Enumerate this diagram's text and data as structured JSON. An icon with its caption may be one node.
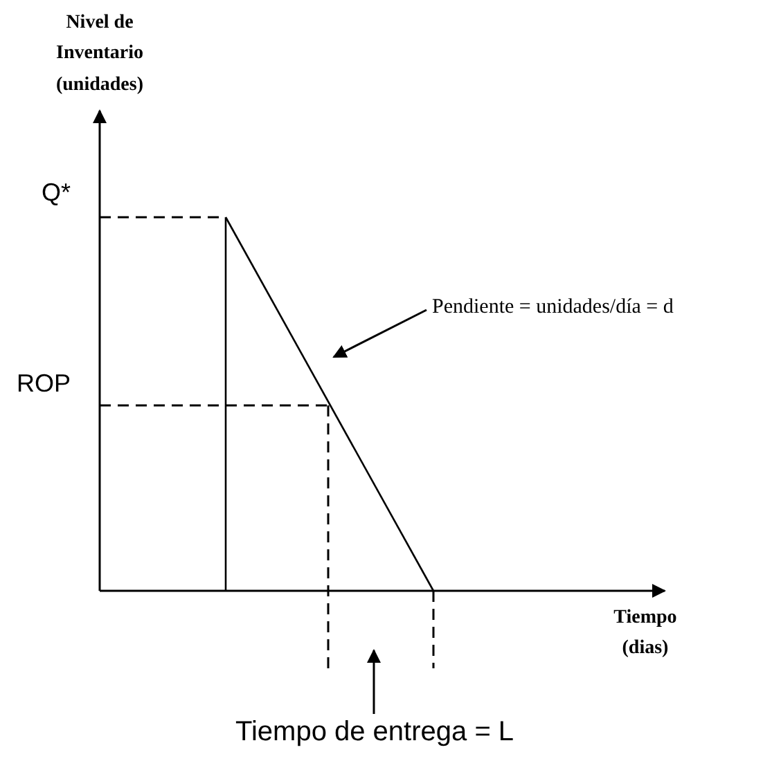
{
  "diagram": {
    "nodes": [
      {
        "text": [
          "Pendiente = unidades/día = d"
        ]
      },
      {
        "text": [
          "Tiempo de entrega = L"
        ]
      }
    ],
    "edges": [
      {
        "from": 0,
        "to": null,
        "arrow": "to"
      },
      {
        "from": 1,
        "to": null,
        "arrow": "to"
      }
    ],
    "labels": [
      "Nivel de Inventario (unidades)",
      "Q*",
      "ROP",
      "Tiempo (dias)"
    ]
  }
}
